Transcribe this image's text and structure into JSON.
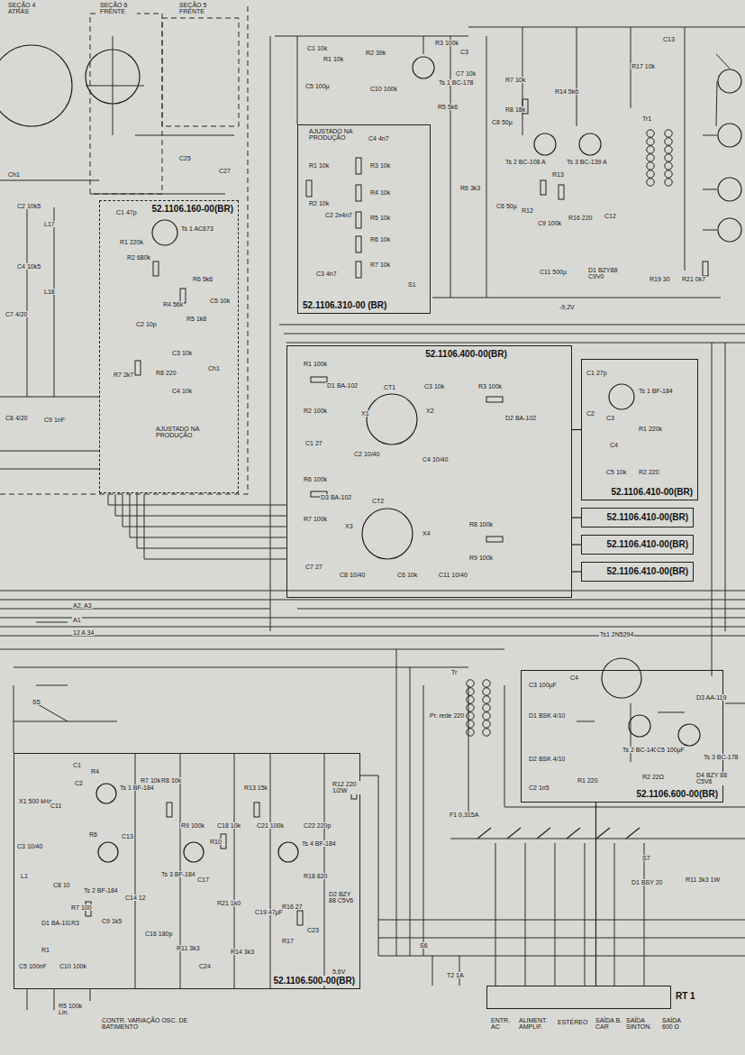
{
  "diagram": {
    "nodes": [
      {
        "text": [
          "52.1106.160-00(BR)"
        ]
      },
      {
        "text": [
          "52.1106.310-00 (BR)"
        ]
      },
      {
        "text": [
          "52.1106.400-00(BR)"
        ]
      },
      {
        "text": [
          "52.1106.410-00(BR)"
        ]
      },
      {
        "text": [
          "52.1106.410-00(BR)"
        ]
      },
      {
        "text": [
          "52.1106.410-00(BR)"
        ]
      },
      {
        "text": [
          "52.1106.410-00(BR)"
        ]
      },
      {
        "text": [
          "52.1106.600-00(BR)"
        ]
      },
      {
        "text": [
          "52.1106.500-00(BR)"
        ]
      },
      {
        "text": [
          "RT 1"
        ]
      }
    ],
    "edges": [
      {
        "from": 2,
        "to": 3,
        "arrow": "none"
      },
      {
        "from": 2,
        "to": 4,
        "arrow": "none"
      },
      {
        "from": 2,
        "to": 5,
        "arrow": "none"
      },
      {
        "from": 2,
        "to": 6,
        "arrow": "none"
      },
      {
        "from": 7,
        "to": 9,
        "arrow": "none"
      }
    ],
    "labels": [
      "SEÇÃO 4 ATRÁS",
      "SEÇÃO 6 FRENTE",
      "SEÇÃO 5 FRENTE",
      "Ch1",
      "C2 10k5",
      "L17",
      "C4 10k5",
      "L18",
      "C7 4/20",
      "C8 4/20",
      "C9 1nF",
      "C25",
      "C27",
      "C1 47p",
      "R1 220k",
      "R2 680k",
      "Ts 1 AC673",
      "R6 5k6",
      "R4 56k",
      "R5 1k8",
      "C5 10k",
      "C2 10p",
      "C3 10k",
      "R7 2k7",
      "R8 220",
      "Ch1",
      "C4 10k",
      "AJUSTADO NA PRODUÇÃO",
      "C1 10k",
      "R1 10k",
      "R2 39k",
      "Ts 1 BC-178",
      "C5 100µ",
      "C10 100k",
      "AJUSTADO NA PRODUÇÃO",
      "C4 4n7",
      "R1 10k",
      "R3 10k",
      "R2 10k",
      "C2 2x4n7",
      "R4 10k",
      "R5 10k",
      "R6 10k",
      "R7 10k",
      "C3 4n7",
      "S1",
      "R3 100k",
      "C3",
      "C7 10k",
      "R7 10k",
      "R5 5k6",
      "R8 18k",
      "C8 50µ",
      "R14 5k6",
      "Ts 2 BC-108 A",
      "Ts 3 BC-139 A",
      "Tr1",
      "R13",
      "R6 3k3",
      "C6 50µ",
      "R12",
      "C9 100k",
      "R16 220",
      "C12",
      "C11 500µ",
      "D1 BZY88 C9V0",
      "R19 30",
      "R21 0k7",
      "C13",
      "R17 10k",
      "-9,2V",
      "R1 100k",
      "D1 BA-102",
      "CT1",
      "X1",
      "X2",
      "R2 100k",
      "C1 27",
      "C2 10/40",
      "C3 10k",
      "C4 10/40",
      "D2 BA-102",
      "R3 100k",
      "R6 100k",
      "D3 BA-102",
      "CT2",
      "X3",
      "X4",
      "R7 100k",
      "C7 27",
      "C8 10/40",
      "C6 10k",
      "C11 10/40",
      "R8 100k",
      "R9 100k",
      "C1 27p",
      "Ts 1 BF-184",
      "C2",
      "C3",
      "C4",
      "C5 10k",
      "R2 220",
      "R1 220k",
      "Tr",
      "Pr. rede 220",
      "C3 100µF",
      "C4",
      "Ts1 2N5294",
      "D1 BSK 4/10",
      "D2 BSK 4/10",
      "C2 1n5",
      "R1 220",
      "Ts 2 BC-140",
      "R2 22Ω",
      "C5 100µF",
      "D3 AA-119",
      "Ts 3 BC-178",
      "D4 BZY 88 C5V6",
      "F1 0,315A",
      "S7",
      "D1 BSY 20",
      "R11 3k3 1W",
      "A2, A3",
      "A1",
      "12 A 34",
      "S5",
      "S6",
      "T2 1A",
      "X1 500 kHz",
      "C1",
      "C2",
      "R4",
      "Ts 1 BF-184",
      "C11",
      "C3 10/40",
      "R6",
      "Ts 2 BF-184",
      "L1",
      "C8 10",
      "R7 100",
      "D1 BA-102",
      "R3",
      "C9 1k5",
      "R1",
      "C5 100nF",
      "C10 100k",
      "C13",
      "C14 12",
      "C16 180p",
      "R7 10k",
      "R8 10k",
      "R9 100k",
      "Ts 3 BF-184",
      "R10",
      "C17",
      "R11 3k3",
      "R21 1k0",
      "C24",
      "R14 3k3",
      "C19 47µF",
      "R13 15k",
      "C18 10k",
      "C21 100k",
      "Ts 4 BF-184",
      "C22 220p",
      "R18 820",
      "R16 27",
      "R17",
      "C23",
      "D2 BZY 88 C5V6",
      "R12 220 1/2W",
      "5,6V",
      "R5 100k Lin.",
      "CONTR. VARIAÇÃO OSC. DE BATIMENTO",
      "ENTR. AC",
      "ALIMENT. AMPLIF.",
      "ESTÉREO",
      "SAÍDA B. CAR",
      "SAÍDA SINTON.",
      "SAÍDA 600 Ω"
    ]
  }
}
